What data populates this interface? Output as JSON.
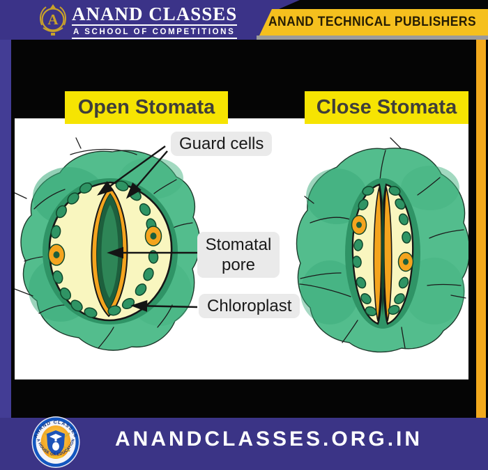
{
  "header": {
    "logo_letter": "A",
    "brand": "ANAND CLASSES",
    "tagline": "A SCHOOL OF COMPETITIONS",
    "publisher": "ANAND TECHNICAL PUBLISHERS"
  },
  "diagram": {
    "title_open": "Open Stomata",
    "title_close": "Close Stomata",
    "labels": {
      "guard_cells": "Guard cells",
      "stomatal_pore": "Stomatal pore",
      "chloroplast": "Chloroplast"
    }
  },
  "footer": {
    "crest_top": "ANAND CLASSES",
    "crest_bottom": "A HOUSE OF EDUCATION",
    "website": "ANANDCLASSES.ORG.IN"
  },
  "colors": {
    "brand_purple": "#3b3388",
    "banner_yellow": "#f5c01e",
    "side_gold": "#f2a91d",
    "highlight_yellow": "#f6e402",
    "leaf_green": "#53bd8d",
    "leaf_green_dark": "#3aa97a",
    "guard_cell_yellow": "#f9f6bf",
    "wall_orange": "#f4a41e",
    "pore_green": "#1d5f3d",
    "label_pill_gray": "#eaeaea"
  }
}
